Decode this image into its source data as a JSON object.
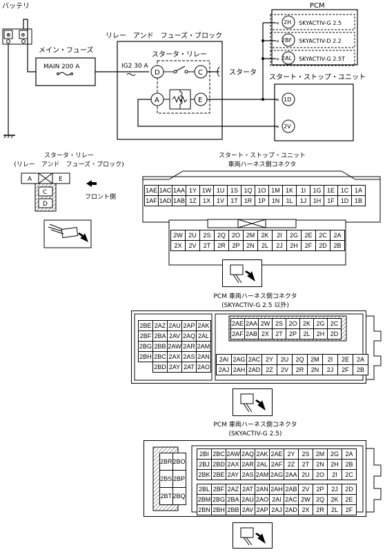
{
  "battery": {
    "label": "バッテリ",
    "minus": "⊖",
    "plus": "⊕"
  },
  "main_fuse": {
    "group_label": "メイン・フューズ",
    "label": "MAIN 200 A"
  },
  "relay_box": {
    "label": "リレー　アンド　フューズ・ブロック",
    "fuse": "IG2 30 A",
    "starter_relay": "スタータ・リレー",
    "starter": "スタータ"
  },
  "relay_pins": {
    "d": "D",
    "c": "C",
    "a": "A",
    "e": "E"
  },
  "pcm": {
    "label": "PCM",
    "pins": [
      "2H",
      "2BF",
      "2AL"
    ],
    "engines": [
      "SKYACTIV-G 2.5",
      "SKYACTIV-D 2.2",
      "SKYACTIV-G 2.5T"
    ]
  },
  "ssu": {
    "label": "スタート・ストップ・ユニット",
    "pins": [
      "1D",
      "2V"
    ]
  },
  "relay_connector": {
    "title1": "スタータ・リレー",
    "title2": "(リレー　アンド　フューズ・ブロック)",
    "pin_a": "A",
    "pin_e": "E",
    "pin_c": "C",
    "pin_d": "D",
    "front_label": "フロント側"
  },
  "ssu_connector": {
    "title1": "スタート・ストップ・ユニット",
    "title2": "車両ハーネス側コネクタ",
    "block1": [
      [
        "1AE",
        "1AC",
        "1AA",
        "1Y",
        "1W",
        "1U",
        "1S",
        "1Q",
        "1O",
        "1M",
        "1K",
        "1I",
        "1G",
        "1E",
        "1C",
        "1A"
      ],
      [
        "1AF",
        "1AD",
        "1AB",
        "1Z",
        "1X",
        "1V",
        "1T",
        "1R",
        "1P",
        "1N",
        "1L",
        "1J",
        "1H",
        "1F",
        "1D",
        "1B"
      ]
    ],
    "block2": [
      [
        "2W",
        "2U",
        "2S",
        "2Q",
        "2O",
        "2M",
        "2K",
        "2I",
        "2G",
        "2E",
        "2C",
        "2A"
      ],
      [
        "2X",
        "2V",
        "2T",
        "2R",
        "2P",
        "2N",
        "2L",
        "2J",
        "2H",
        "2F",
        "2D",
        "2B"
      ]
    ]
  },
  "pcm_connector1": {
    "title1": "PCM 車両ハーネス側コネクタ",
    "title2": "(SKYACTIV-G 2.5 以外)",
    "left": [
      [
        "2BE",
        "2AZ",
        "2AU",
        "2AP",
        "2AK"
      ],
      [
        "2BF",
        "2BA",
        "2AV",
        "2AQ",
        "2AL"
      ],
      [
        "2BG",
        "2BB",
        "2AW",
        "2AR",
        "2AM"
      ],
      [
        "2BH",
        "2BC",
        "2AX",
        "2AS",
        "2AN"
      ],
      [
        "",
        "2BD",
        "2AY",
        "2AT",
        "2AO"
      ]
    ],
    "right_top": [
      [
        "2AE",
        "2AA",
        "2W",
        "2S",
        "2O",
        "2K",
        "2G",
        "2C"
      ],
      [
        "2AF",
        "2AB",
        "2X",
        "2T",
        "2P",
        "2L",
        "2H",
        "2D"
      ]
    ],
    "right_bottom": [
      [
        "2AI",
        "2AG",
        "2AC",
        "2Y",
        "2U",
        "2Q",
        "2M",
        "2I",
        "2E",
        "2A"
      ],
      [
        "2AJ",
        "2AH",
        "2AD",
        "2Z",
        "2V",
        "2R",
        "2N",
        "2J",
        "2F",
        "2B"
      ]
    ]
  },
  "pcm_connector2": {
    "title1": "PCM 車両ハーネス側コネクタ",
    "title2": "(SKYACTIV-G 2.5)",
    "left": [
      [
        "2BR",
        "2BO"
      ],
      [
        "2BS",
        "2BP"
      ],
      [
        "2BT",
        "2BQ"
      ]
    ],
    "right_top": [
      [
        "2BI",
        "2BC",
        "2AW",
        "2AQ",
        "2AK",
        "2AE",
        "2Y",
        "2S",
        "2M",
        "2G",
        "2A"
      ],
      [
        "2BJ",
        "2BD",
        "2AX",
        "2AR",
        "2AL",
        "2AF",
        "2Z",
        "2T",
        "2N",
        "2H",
        "2B"
      ],
      [
        "2BK",
        "2BE",
        "2AY",
        "2AS",
        "2AM",
        "2AG",
        "2AA",
        "2U",
        "2O",
        "2I",
        "2C"
      ]
    ],
    "right_bottom": [
      [
        "2BL",
        "2BF",
        "2AZ",
        "2AT",
        "2AN",
        "2AH",
        "2AB",
        "2V",
        "2P",
        "2J",
        "2D"
      ],
      [
        "2BM",
        "2BG",
        "2BA",
        "2AU",
        "2AO",
        "2AI",
        "2AC",
        "2W",
        "2Q",
        "2K",
        "2E"
      ],
      [
        "2BN",
        "2BH",
        "2BB",
        "2AV",
        "2AP",
        "2AJ",
        "2AD",
        "2X",
        "2R",
        "2L",
        "2F"
      ]
    ]
  }
}
